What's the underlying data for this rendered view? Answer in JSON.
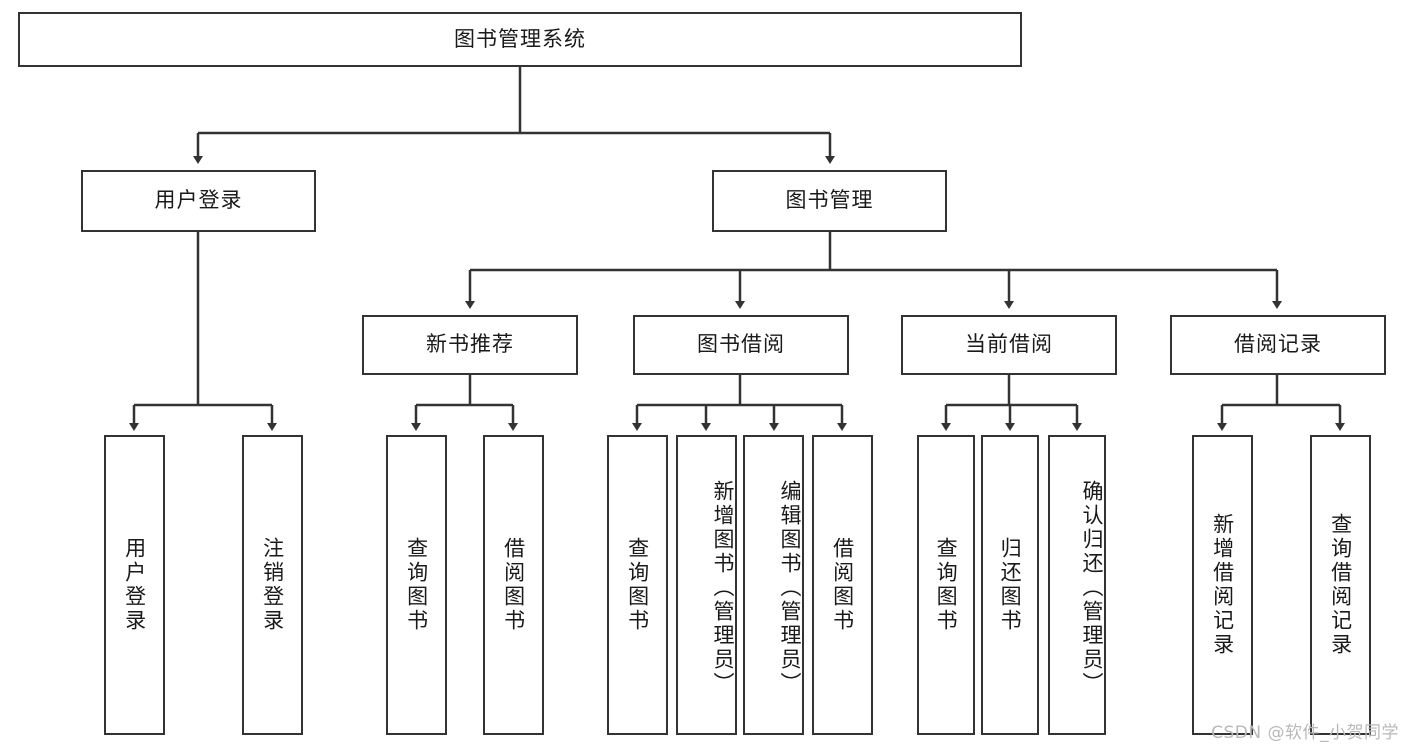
{
  "diagram": {
    "type": "tree-hierarchy",
    "root": {
      "label": "图书管理系统"
    },
    "level2": [
      {
        "label": "用户登录"
      },
      {
        "label": "图书管理"
      }
    ],
    "level3": [
      {
        "label": "新书推荐"
      },
      {
        "label": "图书借阅"
      },
      {
        "label": "当前借阅"
      },
      {
        "label": "借阅记录"
      }
    ],
    "leaves": [
      {
        "label": "用户登录"
      },
      {
        "label": "注销登录"
      },
      {
        "label": "查询图书"
      },
      {
        "label": "借阅图书"
      },
      {
        "label": "查询图书"
      },
      {
        "label": "新增图书（管理员）"
      },
      {
        "label": "编辑图书（管理员）"
      },
      {
        "label": "借阅图书"
      },
      {
        "label": "查询图书"
      },
      {
        "label": "归还图书"
      },
      {
        "label": "确认归还（管理员）"
      },
      {
        "label": "新增借阅记录"
      },
      {
        "label": "查询借阅记录"
      }
    ],
    "watermark": "CSDN @软件_小贺同学",
    "colors": {
      "border": "#333333",
      "background": "#ffffff",
      "text": "#1a1a1a",
      "watermark": "#b9b9b9"
    }
  }
}
